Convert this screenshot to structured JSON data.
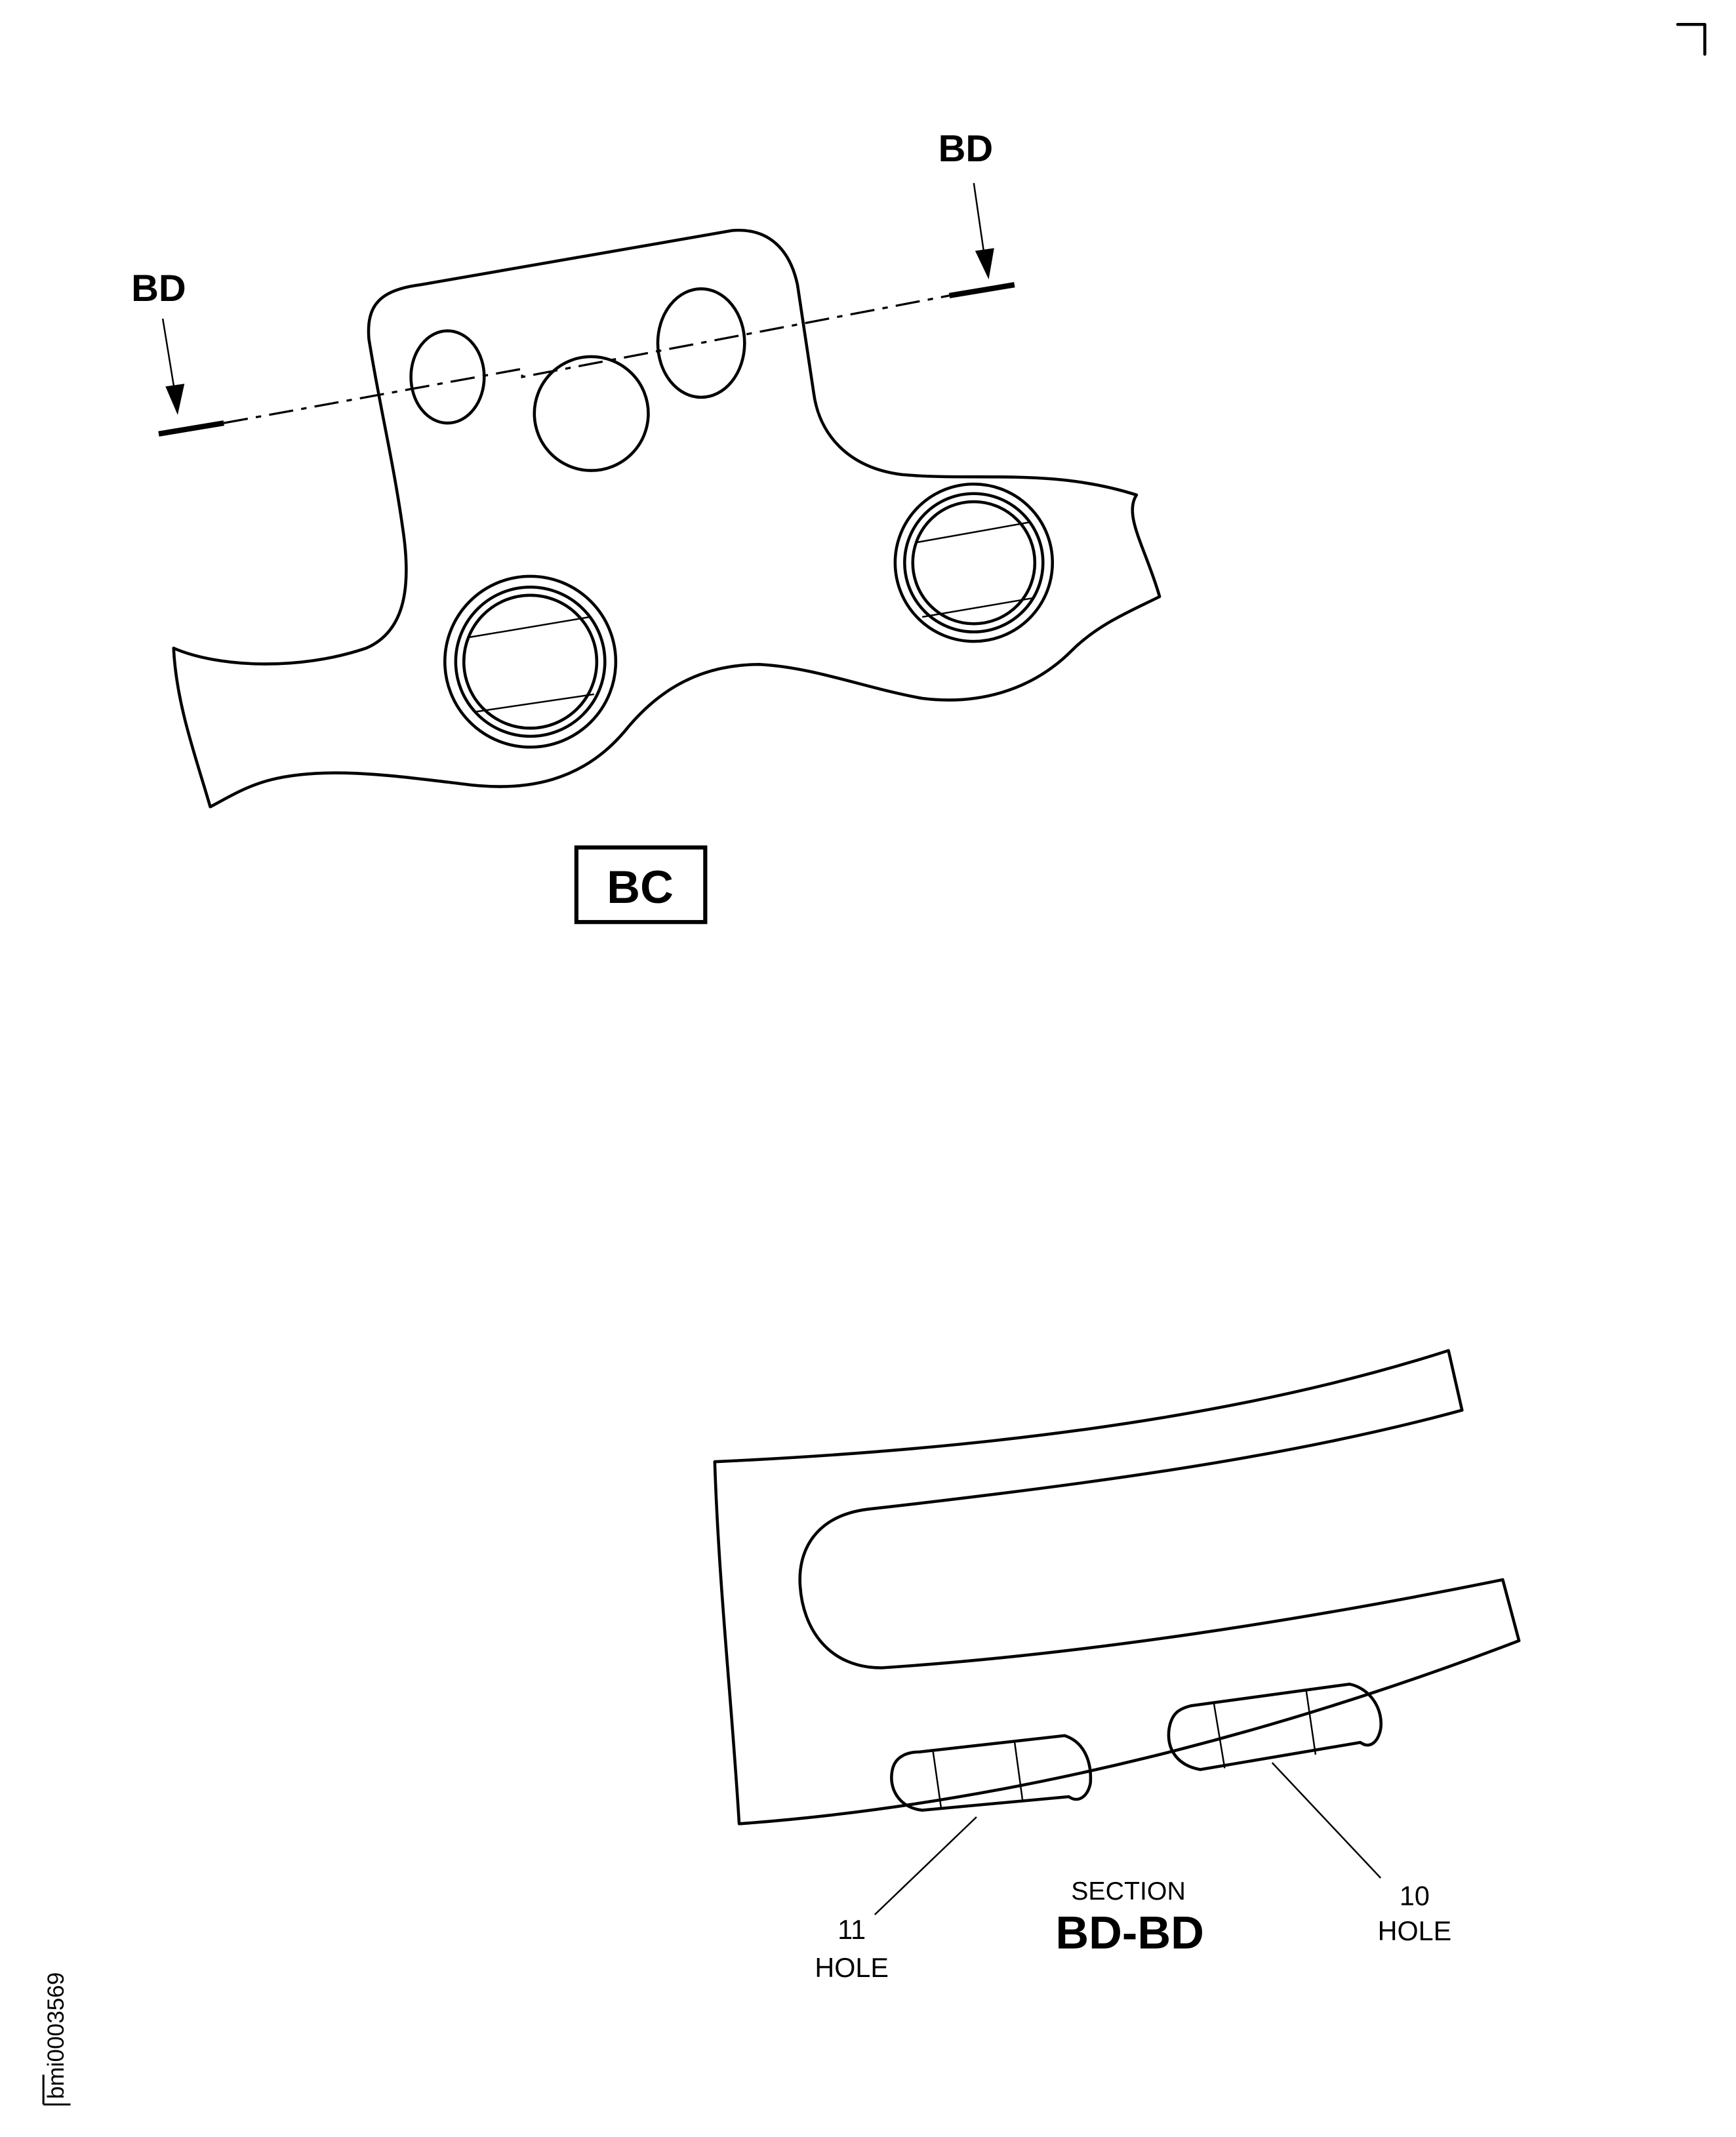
{
  "view_bc": {
    "section_marker_left": "BD",
    "section_marker_right": "BD",
    "view_label": "BC"
  },
  "section_bd": {
    "title_small": "SECTION",
    "title_large": "BD-BD",
    "callout_11_number": "11",
    "callout_11_text": "HOLE",
    "callout_10_number": "10",
    "callout_10_text": "HOLE"
  },
  "figure_id": "bmi0003569"
}
